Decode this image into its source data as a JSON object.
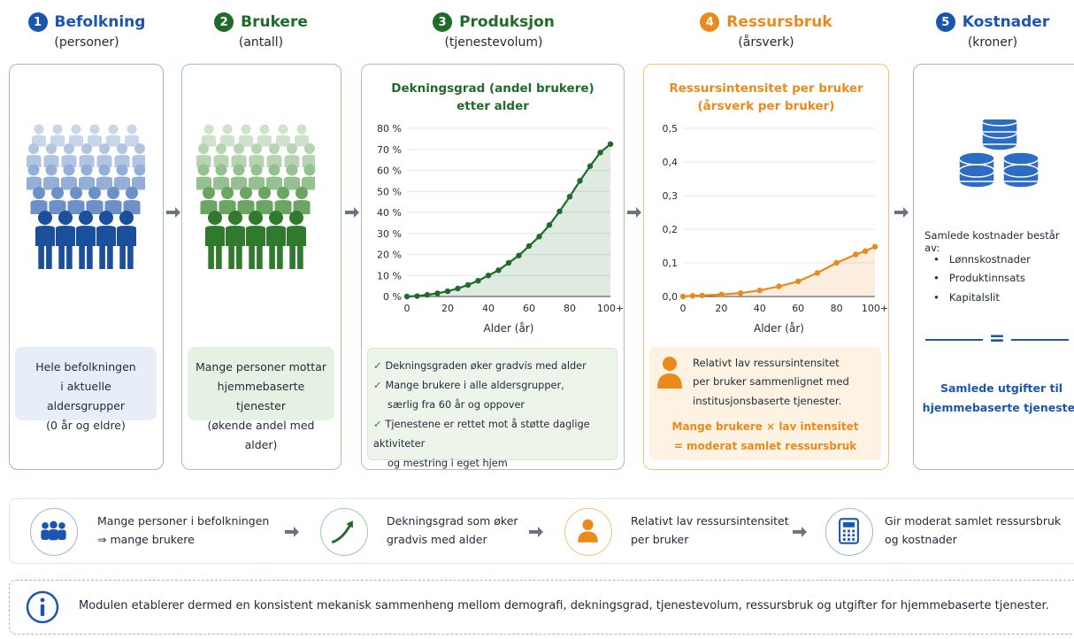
{
  "steps": [
    {
      "num": "1",
      "title": "Befolkning",
      "sub": "(personer)",
      "color": "#1a56b0"
    },
    {
      "num": "2",
      "title": "Brukere",
      "sub": "(antall)",
      "color": "#1e6b2a"
    },
    {
      "num": "3",
      "title": "Produksjon",
      "sub": "(tjenestevolum)",
      "color": "#1e6b2a"
    },
    {
      "num": "4",
      "title": "Ressursbruk",
      "sub": "(årsverk)",
      "color": "#ea8a1a"
    },
    {
      "num": "5",
      "title": "Kostnader",
      "sub": "(kroner)",
      "color": "#1a56b0"
    }
  ],
  "panel1": {
    "note": [
      "Hele befolkningen",
      "i aktuelle aldersgrupper",
      "(0 år og eldre)"
    ],
    "icon": "crowd-icon"
  },
  "panel2": {
    "note": [
      "Mange personer mottar",
      "hjemmebaserte tjenester",
      "(økende andel med alder)"
    ],
    "icon": "crowd-icon"
  },
  "panel3": {
    "chart_title": [
      "Dekningsgrad (andel brukere)",
      "etter alder"
    ],
    "checks": [
      {
        "lines": [
          "Dekningsgraden øker gradvis med alder"
        ]
      },
      {
        "lines": [
          "Mange brukere i alle aldersgrupper,",
          "særlig fra 60 år og oppover"
        ]
      },
      {
        "lines": [
          "Tjenestene er rettet mot å støtte daglige aktiviteter",
          "og mestring i eget hjem"
        ]
      }
    ]
  },
  "panel4": {
    "chart_title": [
      "Ressursintensitet per bruker",
      "(årsverk per bruker)"
    ],
    "note": [
      "Relativt lav ressursintensitet",
      "per bruker sammenlignet med",
      "institusjonsbaserte tjenester."
    ],
    "highlight": [
      "Mange brukere × lav intensitet",
      "= moderat samlet ressursbruk"
    ],
    "icon": "person-icon"
  },
  "panel5": {
    "intro": "Samlede kostnader består av:",
    "items": [
      "Lønnskostnader",
      "Produktinnsats",
      "Kapitalslit"
    ],
    "equals": "=",
    "result": [
      "Samlede utgifter til",
      "hjemmebaserte tjenester"
    ],
    "icon": "coins-icon"
  },
  "strip": [
    {
      "icon": "people-icon",
      "lines": [
        "Mange personer i befolkningen",
        "⇒  mange brukere"
      ]
    },
    {
      "icon": "trend-arrow-icon",
      "lines": [
        "Dekningsgrad som øker",
        "gradvis med alder"
      ]
    },
    {
      "icon": "person-icon",
      "lines": [
        "Relativt lav ressursintensitet",
        "per bruker"
      ]
    },
    {
      "icon": "calculator-icon",
      "lines": [
        "Gir moderat samlet ressursbruk",
        "og kostnader"
      ]
    }
  ],
  "info": {
    "icon": "info-icon",
    "text": "Modulen etablerer dermed en konsistent mekanisk sammenheng mellom demografi, dekningsgrad, tjenestevolum, ressursbruk og utgifter for hjemmebaserte tjenester."
  },
  "colors": {
    "blue": "#1a56b0",
    "green": "#1e6b2a",
    "orange": "#ea8a1a",
    "lightblue": "#9bb6dc",
    "lightgreen": "#9fcc9a"
  },
  "chart_data": [
    {
      "type": "line",
      "xlabel": "Alder (år)",
      "x": [
        0,
        5,
        10,
        15,
        20,
        25,
        30,
        35,
        40,
        45,
        50,
        55,
        60,
        65,
        70,
        75,
        80,
        85,
        90,
        95,
        100
      ],
      "y": [
        0,
        0.2,
        0.8,
        1.5,
        2.5,
        3.8,
        5.5,
        7.5,
        10,
        12.5,
        16,
        19.5,
        24,
        28.5,
        34,
        40.5,
        47.5,
        55,
        62,
        68.5,
        72.5
      ],
      "xticks": [
        "0",
        "20",
        "40",
        "60",
        "80",
        "100+"
      ],
      "yticks": [
        "0 %",
        "10 %",
        "20 %",
        "30 %",
        "40 %",
        "50 %",
        "60 %",
        "70 %",
        "80 %"
      ],
      "xlim": [
        0,
        100
      ],
      "ylim": [
        0,
        80
      ],
      "color": "#1e6b2a"
    },
    {
      "type": "line",
      "xlabel": "Alder (år)",
      "x": [
        0,
        5,
        10,
        20,
        30,
        40,
        50,
        60,
        70,
        80,
        90,
        95,
        100
      ],
      "y": [
        0,
        0.002,
        0.003,
        0.006,
        0.01,
        0.018,
        0.03,
        0.045,
        0.07,
        0.1,
        0.125,
        0.135,
        0.148
      ],
      "xticks": [
        "0",
        "20",
        "40",
        "60",
        "80",
        "100+"
      ],
      "yticks": [
        "0,0",
        "0,1",
        "0,2",
        "0,3",
        "0,4",
        "0,5"
      ],
      "xlim": [
        0,
        100
      ],
      "ylim": [
        0,
        0.5
      ],
      "color": "#ea8a1a"
    }
  ]
}
